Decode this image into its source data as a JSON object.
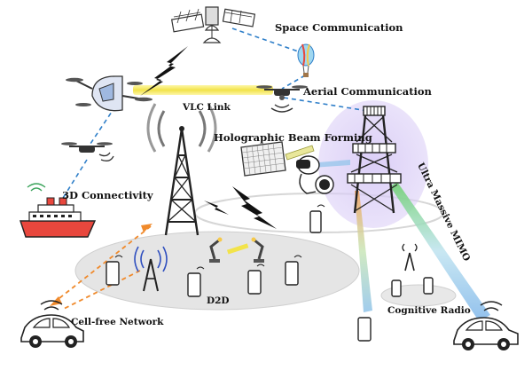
{
  "labels": {
    "space": "Space Communication",
    "aerial": "Aerial Communication",
    "vlc": "VLC Link",
    "holographic": "Holographic Beam Forming",
    "connectivity3d": "3D Connectivity",
    "ultra_mimo": "Ultra Massive MIMO",
    "d2d": "D2D",
    "cognitive": "Cognitive Radio",
    "cellfree": "Cell-free Network"
  },
  "colors": {
    "dashed_link": "#2f7fc9",
    "cellfree_link": "#f08a2c",
    "vlc_beam": "#f6e85c",
    "mimo_halo": "#c9b8ef",
    "ellipse": "#e6e6e6",
    "tower": "#222222",
    "ship": "#e8473d"
  },
  "icons": [
    "satellite-icon",
    "balloon-icon",
    "drone-icon",
    "aircraft-icon",
    "cell-tower-icon",
    "mimo-tower-icon",
    "ship-icon",
    "car-icon",
    "smartphone-icon",
    "robot-arm-icon",
    "hologram-panel-icon",
    "vr-headset-icon",
    "lightning-icon"
  ]
}
